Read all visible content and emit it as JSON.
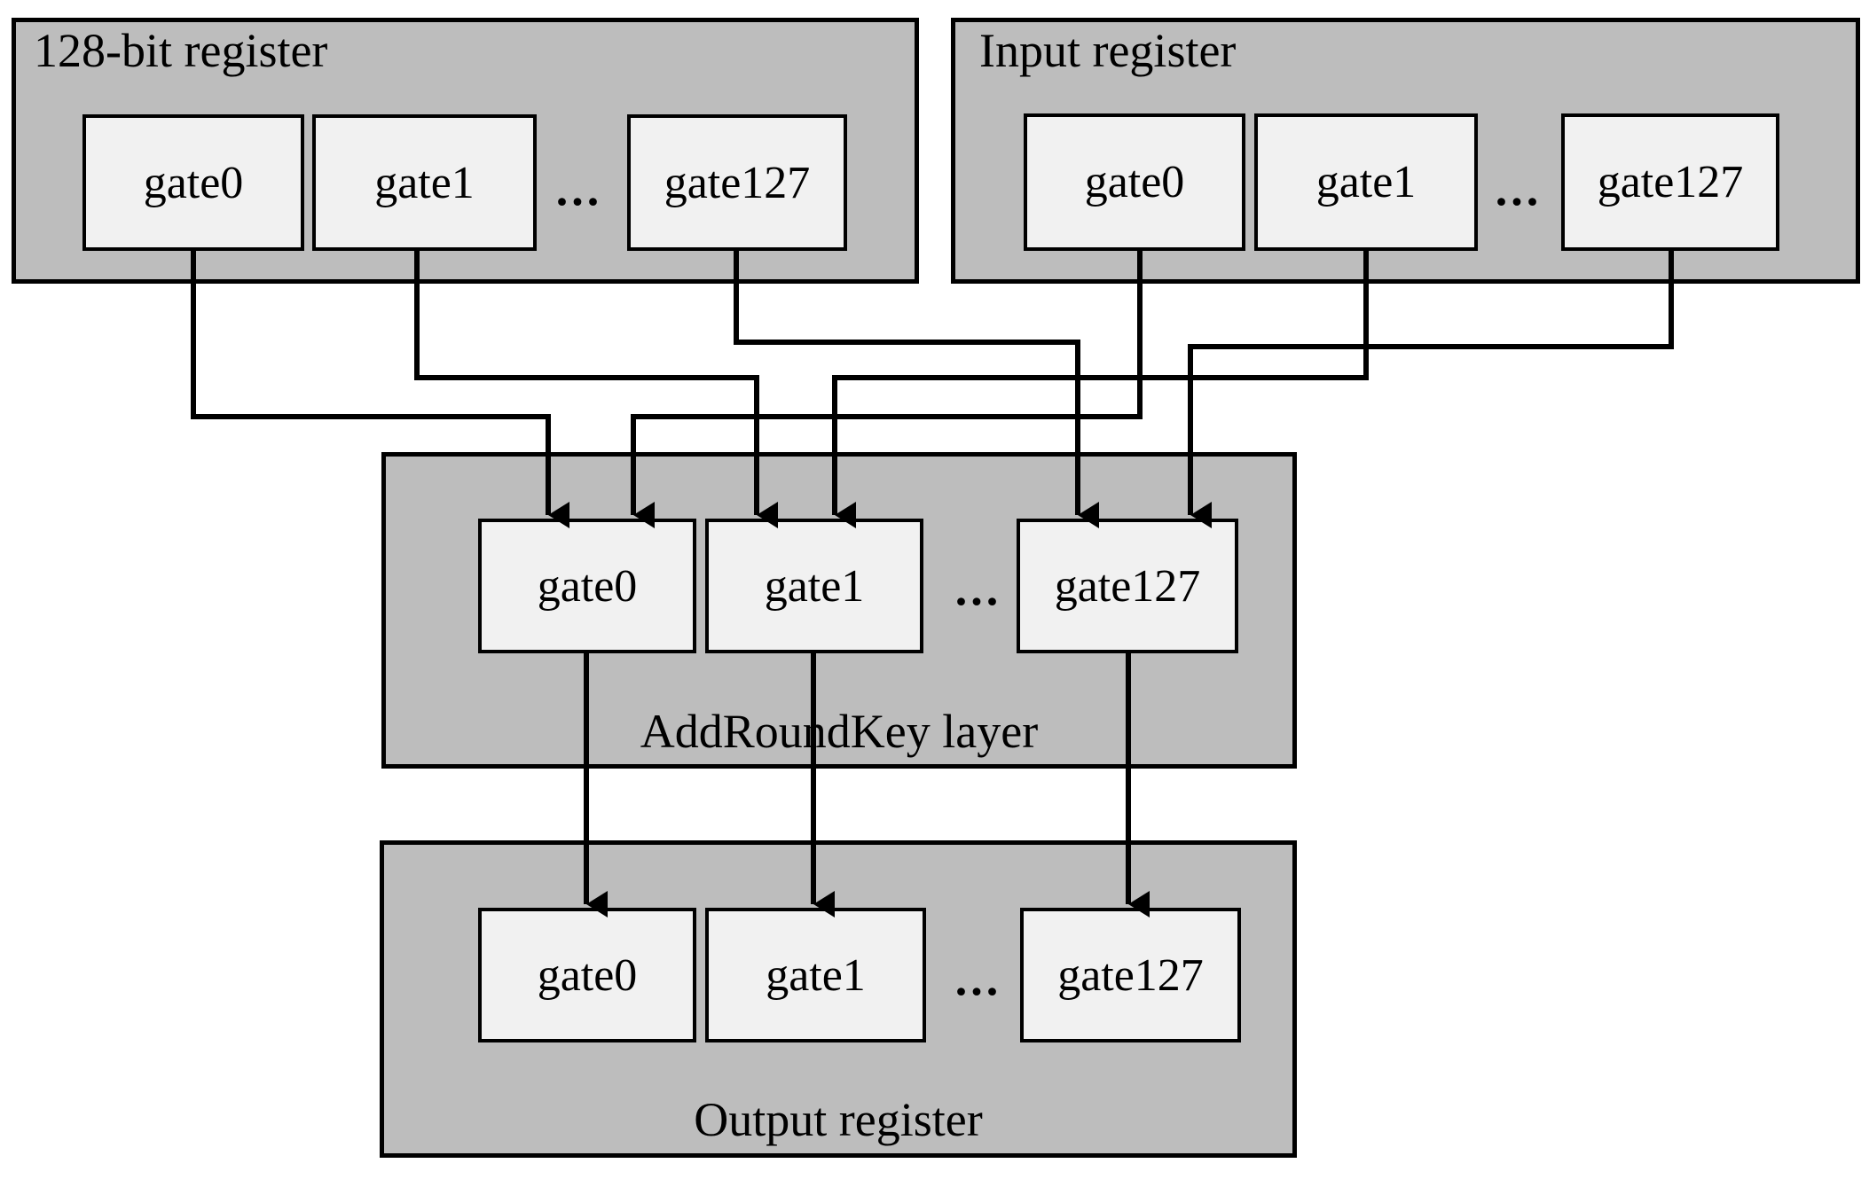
{
  "figure": {
    "type": "block-diagram",
    "boxes": {
      "key_register": {
        "label": "128-bit register",
        "gates": [
          "gate0",
          "gate1",
          "gate127"
        ],
        "ellipsis": "..."
      },
      "input_register": {
        "label": "Input register",
        "gates": [
          "gate0",
          "gate1",
          "gate127"
        ],
        "ellipsis": "..."
      },
      "addroundkey_layer": {
        "label": "AddRoundKey layer",
        "gates": [
          "gate0",
          "gate1",
          "gate127"
        ],
        "ellipsis": "..."
      },
      "output_register": {
        "label": "Output register",
        "gates": [
          "gate0",
          "gate1",
          "gate127"
        ],
        "ellipsis": "..."
      }
    },
    "connections": [
      {
        "from": "key_register.gate0",
        "to": "addroundkey_layer.gate0"
      },
      {
        "from": "key_register.gate1",
        "to": "addroundkey_layer.gate1"
      },
      {
        "from": "key_register.gate127",
        "to": "addroundkey_layer.gate127"
      },
      {
        "from": "input_register.gate0",
        "to": "addroundkey_layer.gate0"
      },
      {
        "from": "input_register.gate1",
        "to": "addroundkey_layer.gate1"
      },
      {
        "from": "input_register.gate127",
        "to": "addroundkey_layer.gate127"
      },
      {
        "from": "addroundkey_layer.gate0",
        "to": "output_register.gate0"
      },
      {
        "from": "addroundkey_layer.gate1",
        "to": "output_register.gate1"
      },
      {
        "from": "addroundkey_layer.gate127",
        "to": "output_register.gate127"
      }
    ],
    "colors": {
      "box_fill": "#bdbdbd",
      "gate_fill": "#f1f1f1",
      "line": "#000000",
      "text": "#000000",
      "background": "#ffffff"
    }
  }
}
